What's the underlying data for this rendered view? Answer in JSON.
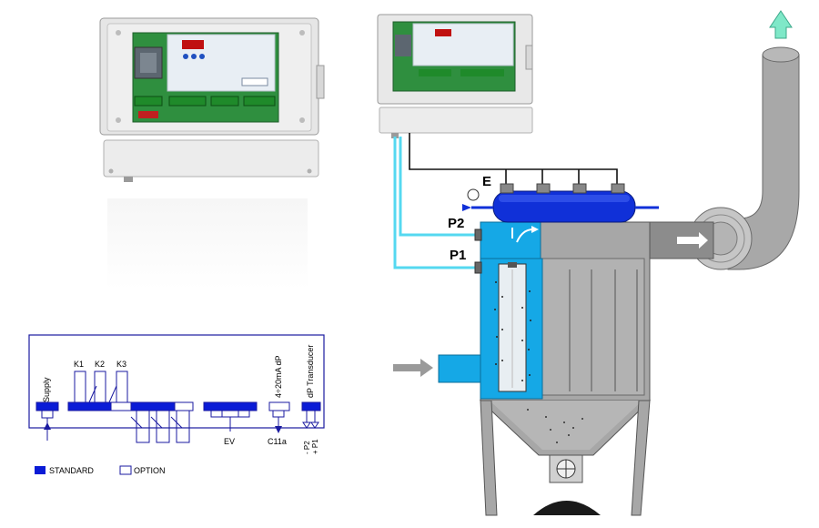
{
  "wiring": {
    "labels": {
      "supply": "Supply",
      "k1": "K1",
      "k2": "K2",
      "k3": "K3",
      "analog_dp": "4÷20mA dP",
      "dp_transducer": "dP Transducer",
      "ev": "EV",
      "c11a": "C11a",
      "p2": "- P2",
      "p1": "+ P1"
    },
    "legend": {
      "standard": "STANDARD",
      "option": "OPTION"
    },
    "colors": {
      "standard": "#0a1bd6",
      "option": "#ffffff",
      "border": "#1a1aa0"
    }
  },
  "filter": {
    "labels": {
      "electrovalves": "E",
      "pressure_p2": "P2",
      "pressure_p1": "P1"
    },
    "colors": {
      "clean_chamber": "#15a8e6",
      "tank": "#1030d8",
      "body": "#a7a7a7",
      "pipe_line": "#55d8f0",
      "arrow_exhaust": "#7fe8c8"
    }
  }
}
